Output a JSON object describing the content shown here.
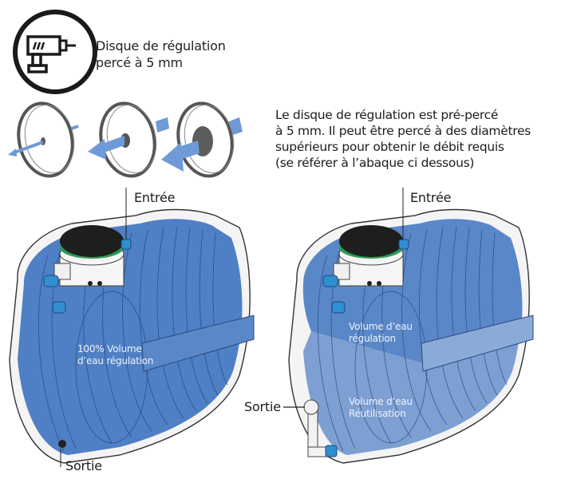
{
  "header": {
    "icon": "drill-icon",
    "caption_line1": "Disque de régulation",
    "caption_line2": "percé à 5 mm"
  },
  "discs": {
    "items": [
      {
        "hole": "small",
        "label": "disc-small-hole"
      },
      {
        "hole": "medium",
        "label": "disc-medium-hole"
      },
      {
        "hole": "large",
        "label": "disc-large-hole"
      }
    ],
    "description": [
      "Le disque de régulation est pré-percé",
      "à 5 mm. Il peut être percé à des diamètres",
      "supérieurs pour obtenir le débit requis",
      "(se référer à l’abaque ci dessous)"
    ]
  },
  "tank_left": {
    "inlet_label": "Entrée",
    "outlet_label": "Sortie",
    "volume_line1": "100% Volume",
    "volume_line2": "d’eau régulation"
  },
  "tank_right": {
    "inlet_label": "Entrée",
    "outlet_label": "Sortie",
    "upper_line1": "Volume d’eau",
    "upper_line2": "régulation",
    "lower_line1": "Volume d’eau",
    "lower_line2": "Réutilisation"
  },
  "colors": {
    "water_blue": "#4f7fc4",
    "water_light": "#7d9fd2",
    "arrow_blue": "#6f9ad8",
    "seal_green": "#1f8a4c",
    "lid_black": "#1e1e1e",
    "fitting_cyan": "#2f8fd0"
  }
}
